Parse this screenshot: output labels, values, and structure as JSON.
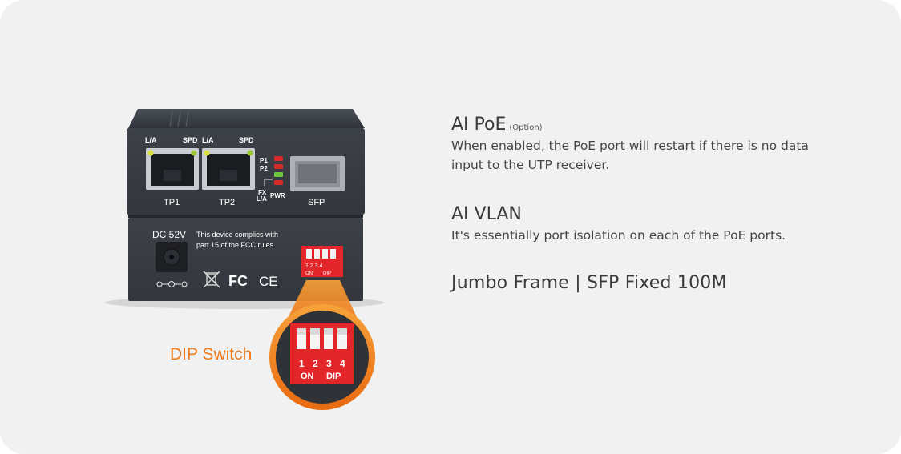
{
  "colors": {
    "background": "#f1f1f1",
    "accent": "#f07a1a",
    "device": "#3b3f46",
    "dip_red": "#e3262a"
  },
  "features": [
    {
      "title": "AI PoE",
      "option": "(Option)",
      "description": "When enabled, the PoE port will restart if there is no data input to the UTP receiver."
    },
    {
      "title": "AI VLAN",
      "description": "It's essentially port isolation on each of the PoE ports."
    },
    {
      "title": "Jumbo Frame | SFP Fixed 100M"
    }
  ],
  "callout": {
    "label": "DIP Switch"
  },
  "device_front": {
    "port_tp1_led_left": "L/A",
    "port_tp1_led_right": "SPD",
    "port_tp2_led_left": "L/A",
    "port_tp2_led_right": "SPD",
    "tp1_label": "TP1",
    "tp2_label": "TP2",
    "led_p1": "P1",
    "led_p2": "P2",
    "led_fx": "FX",
    "led_la": "L/A",
    "led_pwr": "PWR",
    "sfp_label": "SFP"
  },
  "device_back": {
    "dc_label": "DC 52V",
    "fcc_line1": "This device complies with",
    "fcc_line2": "part 15 of the FCC rules.",
    "fc_mark": "FC",
    "ce_mark": "CE",
    "dip_numbers": "1 2 3 4",
    "dip_on": "ON",
    "dip_dip": "DIP"
  },
  "zoom": {
    "dip_numbers": [
      "1",
      "2",
      "3",
      "4"
    ],
    "dip_on": "ON",
    "dip_dip": "DIP"
  }
}
